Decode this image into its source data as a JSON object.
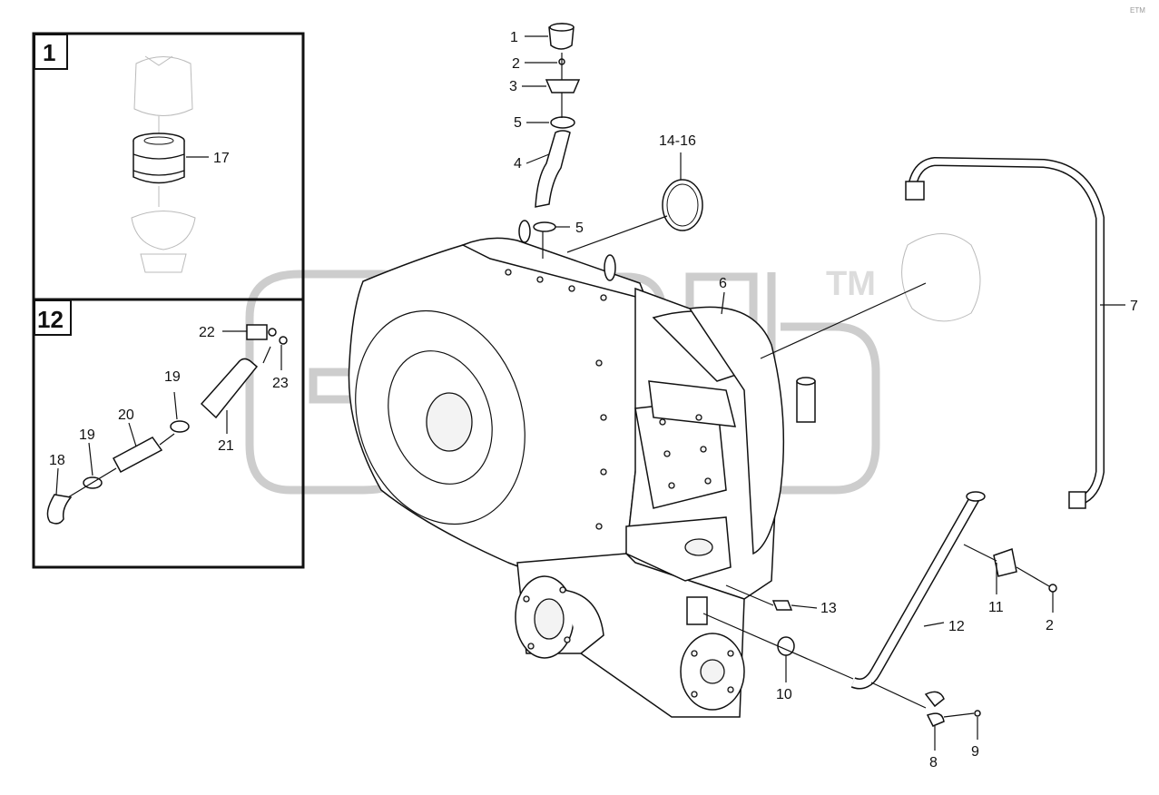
{
  "corner_mark": "ETM",
  "watermark": {
    "brand": "ema",
    "tm": "TM"
  },
  "detail_tags": {
    "top": "1",
    "bottom": "12"
  },
  "labels": {
    "l1": "1",
    "l2": "2",
    "l3": "3",
    "l5a": "5",
    "l4": "4",
    "l5b": "5",
    "l1416": "14-16",
    "l6": "6",
    "l7": "7",
    "l13": "13",
    "l11": "11",
    "l2b": "2",
    "l12": "12",
    "l10": "10",
    "l8": "8",
    "l9": "9",
    "l17": "17",
    "l22": "22",
    "l23": "23",
    "l19a": "19",
    "l20": "20",
    "l21": "21",
    "l19b": "19",
    "l18": "18"
  }
}
